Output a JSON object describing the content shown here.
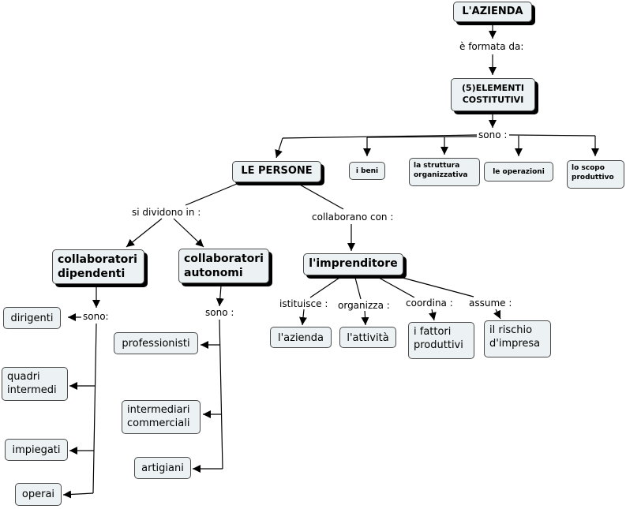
{
  "colors": {
    "node_fill": "#ecf2f4",
    "node_border": "#4a4a4a",
    "line": "#000000"
  },
  "nodes": {
    "azienda": "L'AZIENDA",
    "elementi": "(5)ELEMENTI\nCOSTITUTIVI",
    "persone": "LE PERSONE",
    "beni": "i beni",
    "struttura": "la struttura\norganizzativa",
    "operazioni": "le operazioni",
    "scopo": "lo scopo\nproduttivo",
    "dipendenti": "collaboratori\ndipendenti",
    "autonomi": "collaboratori\nautonomi",
    "imprenditore": "l'imprenditore",
    "dirigenti": "dirigenti",
    "quadri": "quadri\nintermedi",
    "impiegati": "impiegati",
    "operai": "operai",
    "professionisti": "professionisti",
    "intermediari": "intermediari\ncommerciali",
    "artigiani": "artigiani",
    "l_azienda": "l'azienda",
    "attivita": "l'attività",
    "fattori": "i fattori\nproduttivi",
    "rischio": "il rischio\nd'impresa"
  },
  "links": {
    "formata": "è formata da:",
    "sono1": "sono :",
    "dividono": "si dividono in :",
    "collaborano": "collaborano con :",
    "sono_dip": "sono:",
    "sono_aut": "sono :",
    "istituisce": "istituisce :",
    "organizza": "organizza :",
    "coordina": "coordina :",
    "assume": "assume :"
  }
}
